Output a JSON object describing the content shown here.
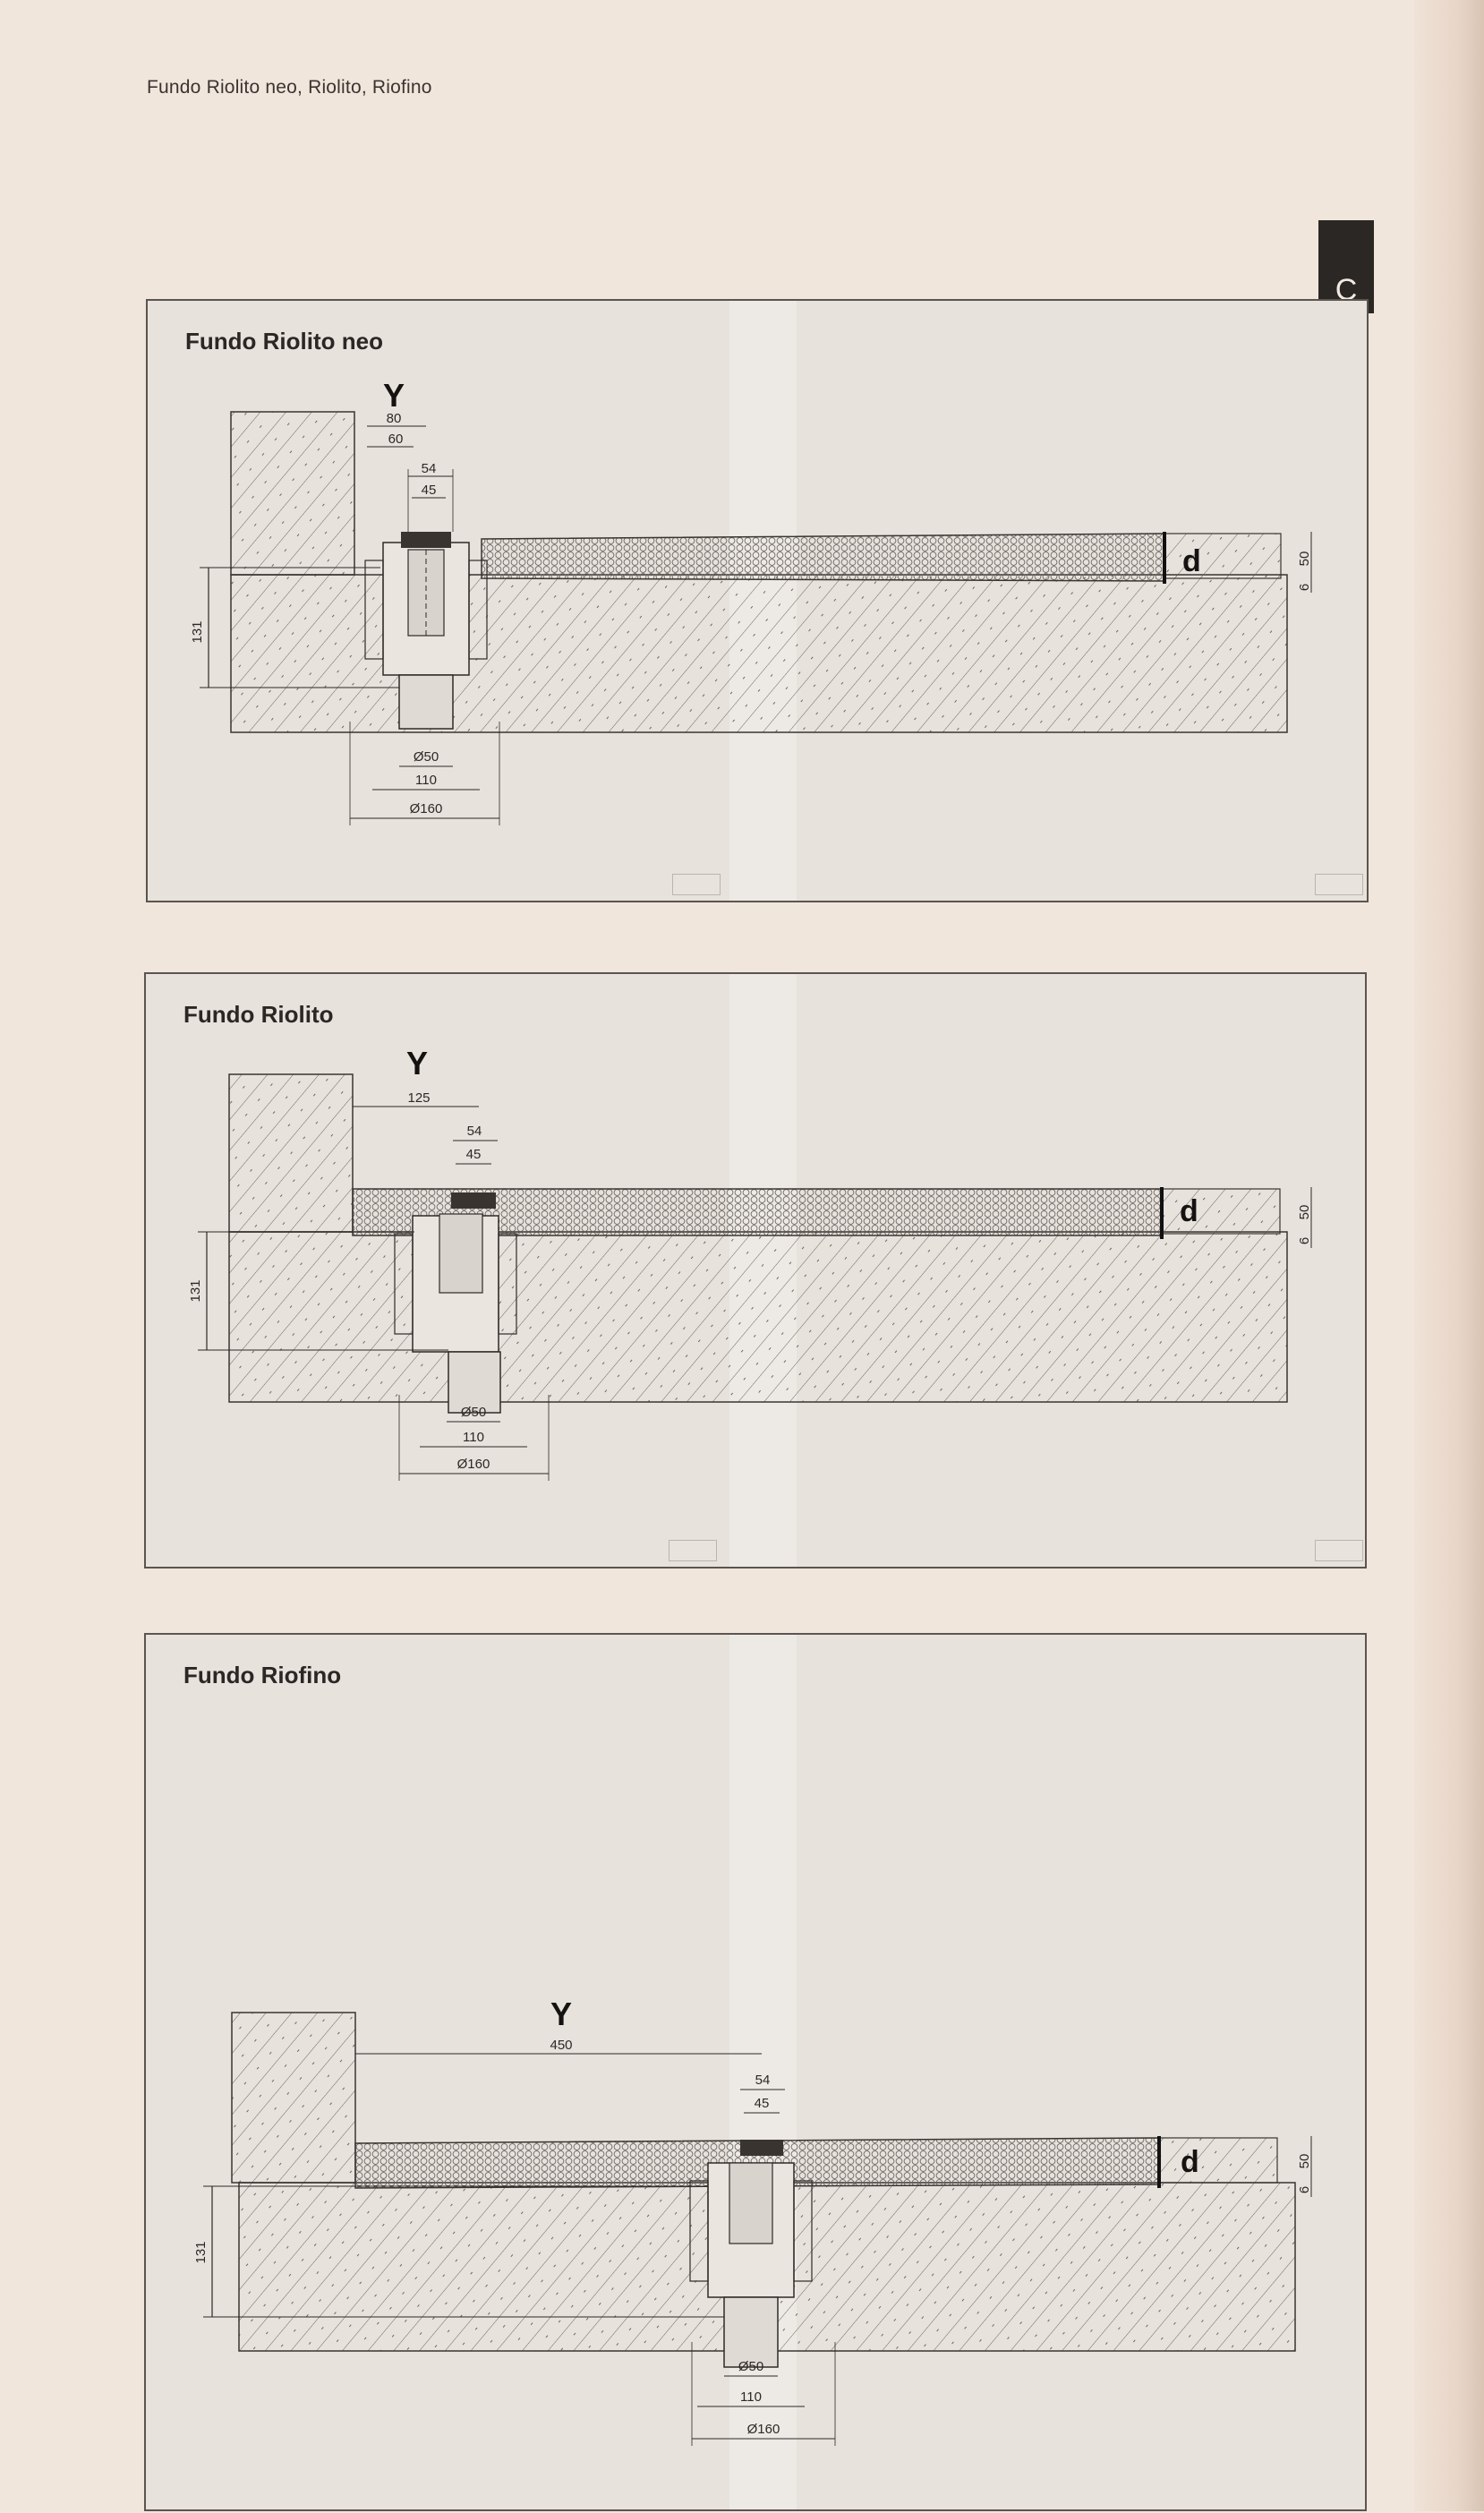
{
  "header": {
    "running_title": "Fundo Riolito neo, Riolito, Riofino"
  },
  "chapter_tab": {
    "letter": "C"
  },
  "panels": [
    {
      "title": "Fundo Riolito neo",
      "y_label": "Y",
      "y_dims": [
        "80",
        "60"
      ],
      "top_dims": [
        "54",
        "45"
      ],
      "height_dim": "131",
      "bottom_dims": [
        "Ø50",
        "110",
        "Ø160"
      ],
      "d_label": "d",
      "right_dims": [
        "50",
        "6"
      ]
    },
    {
      "title": "Fundo Riolito",
      "y_label": "Y",
      "y_dims": [
        "125"
      ],
      "top_dims": [
        "54",
        "45"
      ],
      "height_dim": "131",
      "bottom_dims": [
        "Ø50",
        "110",
        "Ø160"
      ],
      "d_label": "d",
      "right_dims": [
        "50",
        "6"
      ]
    },
    {
      "title": "Fundo Riofino",
      "y_label": "Y",
      "y_dims": [
        "450"
      ],
      "top_dims": [
        "54",
        "45"
      ],
      "height_dim": "131",
      "bottom_dims": [
        "Ø50",
        "110",
        "Ø160"
      ],
      "d_label": "d",
      "right_dims": [
        "50",
        "6"
      ]
    }
  ]
}
